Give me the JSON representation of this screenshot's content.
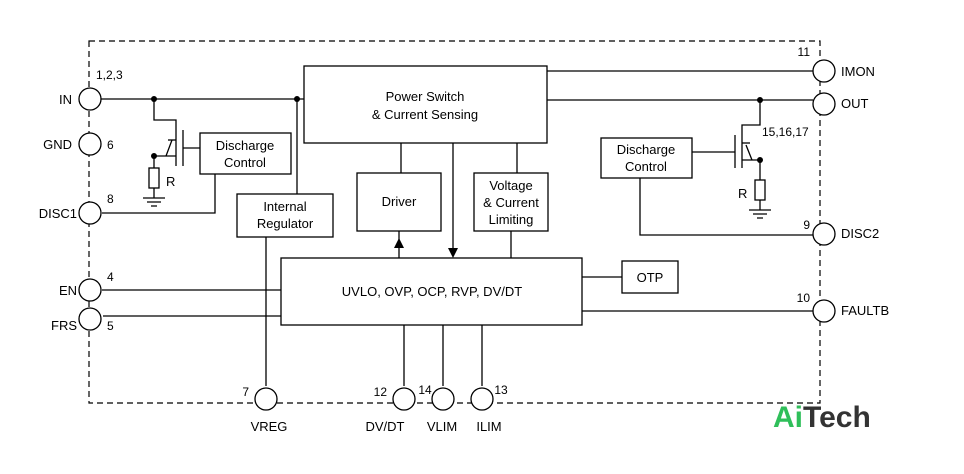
{
  "blocks": {
    "power_switch": [
      "Power Switch",
      "& Current Sensing"
    ],
    "discharge_control_left": [
      "Discharge",
      "Control"
    ],
    "discharge_control_right": [
      "Discharge",
      "Control"
    ],
    "internal_regulator": [
      "Internal",
      "Regulator"
    ],
    "driver": "Driver",
    "voltage_current_limiting": [
      "Voltage",
      "& Current",
      "Limiting"
    ],
    "main_logic": "UVLO, OVP, OCP, RVP, DV/DT",
    "otp": "OTP"
  },
  "resistors": {
    "left": "R",
    "right": "R"
  },
  "pins": {
    "in": {
      "name": "IN",
      "number": "1,2,3"
    },
    "gnd": {
      "name": "GND",
      "number": "6"
    },
    "disc1": {
      "name": "DISC1",
      "number": "8"
    },
    "en": {
      "name": "EN",
      "number": "4"
    },
    "frs": {
      "name": "FRS",
      "number": "5"
    },
    "vreg": {
      "name": "VREG",
      "number": "7"
    },
    "dvdt": {
      "name": "DV/DT",
      "number": "12"
    },
    "vlim": {
      "name": "VLIM",
      "number": "14"
    },
    "ilim": {
      "name": "ILIM",
      "number": "13"
    },
    "imon": {
      "name": "IMON",
      "number": "11"
    },
    "out": {
      "name": "OUT",
      "number": "15,16,17"
    },
    "disc2": {
      "name": "DISC2",
      "number": "9"
    },
    "faultb": {
      "name": "FAULTB",
      "number": "10"
    }
  },
  "watermark": {
    "part1": "Ai",
    "part2": "Tech"
  },
  "colors": {
    "watermark_ai": "#2fbf5a",
    "watermark_tech": "#333333"
  }
}
